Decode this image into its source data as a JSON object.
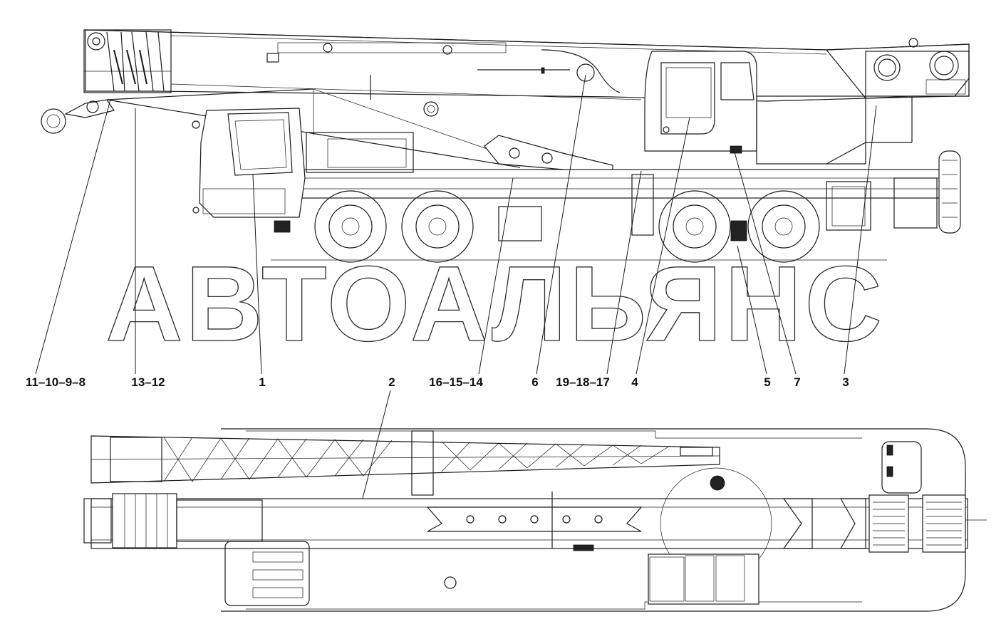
{
  "watermark": "АВТОАЛЬЯНС",
  "callouts": [
    {
      "id": "c-11-10-9-8",
      "label": "11–10–9–8"
    },
    {
      "id": "c-13-12",
      "label": "13–12"
    },
    {
      "id": "c-1",
      "label": "1"
    },
    {
      "id": "c-16-15-14",
      "label": "16–15–14"
    },
    {
      "id": "c-6",
      "label": "6"
    },
    {
      "id": "c-19-18-17",
      "label": "19–18–17"
    },
    {
      "id": "c-4",
      "label": "4"
    },
    {
      "id": "c-5",
      "label": "5"
    },
    {
      "id": "c-7",
      "label": "7"
    },
    {
      "id": "c-3",
      "label": "3"
    },
    {
      "id": "c-2",
      "label": "2"
    }
  ]
}
